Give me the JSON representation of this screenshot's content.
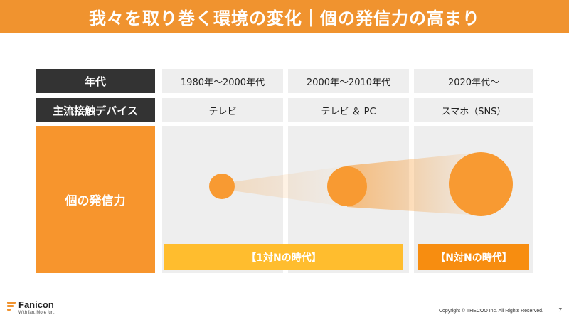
{
  "slide": {
    "title": "我々を取り巻く環境の変化｜個の発信力の高まり"
  },
  "table": {
    "header_label": "年代",
    "device_label": "主流接触デバイス",
    "power_label": "個の発信力",
    "columns": [
      {
        "era": "1980年～2000年代",
        "device": "テレビ"
      },
      {
        "era": "2000年～2010年代",
        "device": "テレビ ＆ PC"
      },
      {
        "era": "2020年代～",
        "device": "スマホ（SNS）"
      }
    ],
    "eras": {
      "one_to_n": "【1対Nの時代】",
      "n_to_n": "【N対Nの時代】"
    }
  },
  "colors": {
    "title_bar": "#f0932f",
    "dark_label": "#333333",
    "orange_block": "#f7952d",
    "circle": "#f89a32",
    "era_yellow": "#ffbd2e",
    "era_orange": "#f78d10",
    "cell_bg": "#eeeeee"
  },
  "footer": {
    "brand": "Fanicon",
    "tagline": "With fan, More fun.",
    "copyright": "Copyright © THECOO Inc. All Rights Reserved.",
    "page_number": "7"
  }
}
